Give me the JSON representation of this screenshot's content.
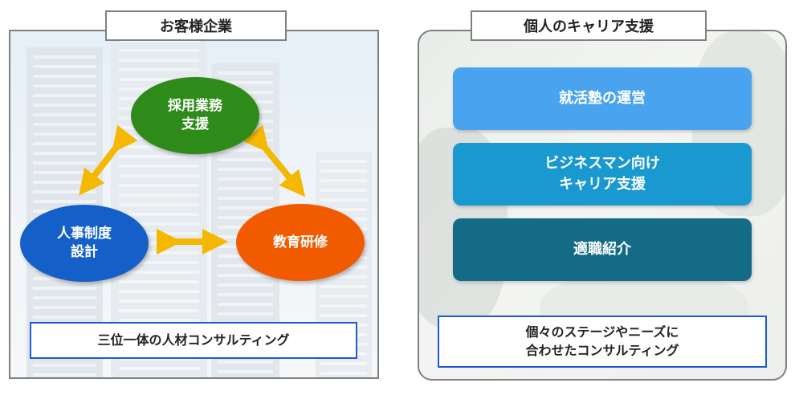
{
  "left_panel": {
    "title": "お客様企業",
    "nodes": {
      "recruitment": "採用業務\n支援",
      "hr_system": "人事制度\n設計",
      "training": "教育研修"
    },
    "caption": "三位一体の人材コンサルティング"
  },
  "right_panel": {
    "title": "個人のキャリア支援",
    "services": [
      "就活塾の運営",
      "ビジネスマン向け\nキャリア支援",
      "適職紹介"
    ],
    "caption": "個々のステージやニーズに\n合わせたコンサルティング"
  },
  "colors": {
    "green_node": "#2e8b1a",
    "blue_node": "#1560c8",
    "orange_node": "#f25a00",
    "arrow": "#f5b800",
    "service_1": "#4aa3ef",
    "service_2": "#1999cf",
    "service_3": "#136b86",
    "caption_border": "#1e5bd0"
  }
}
